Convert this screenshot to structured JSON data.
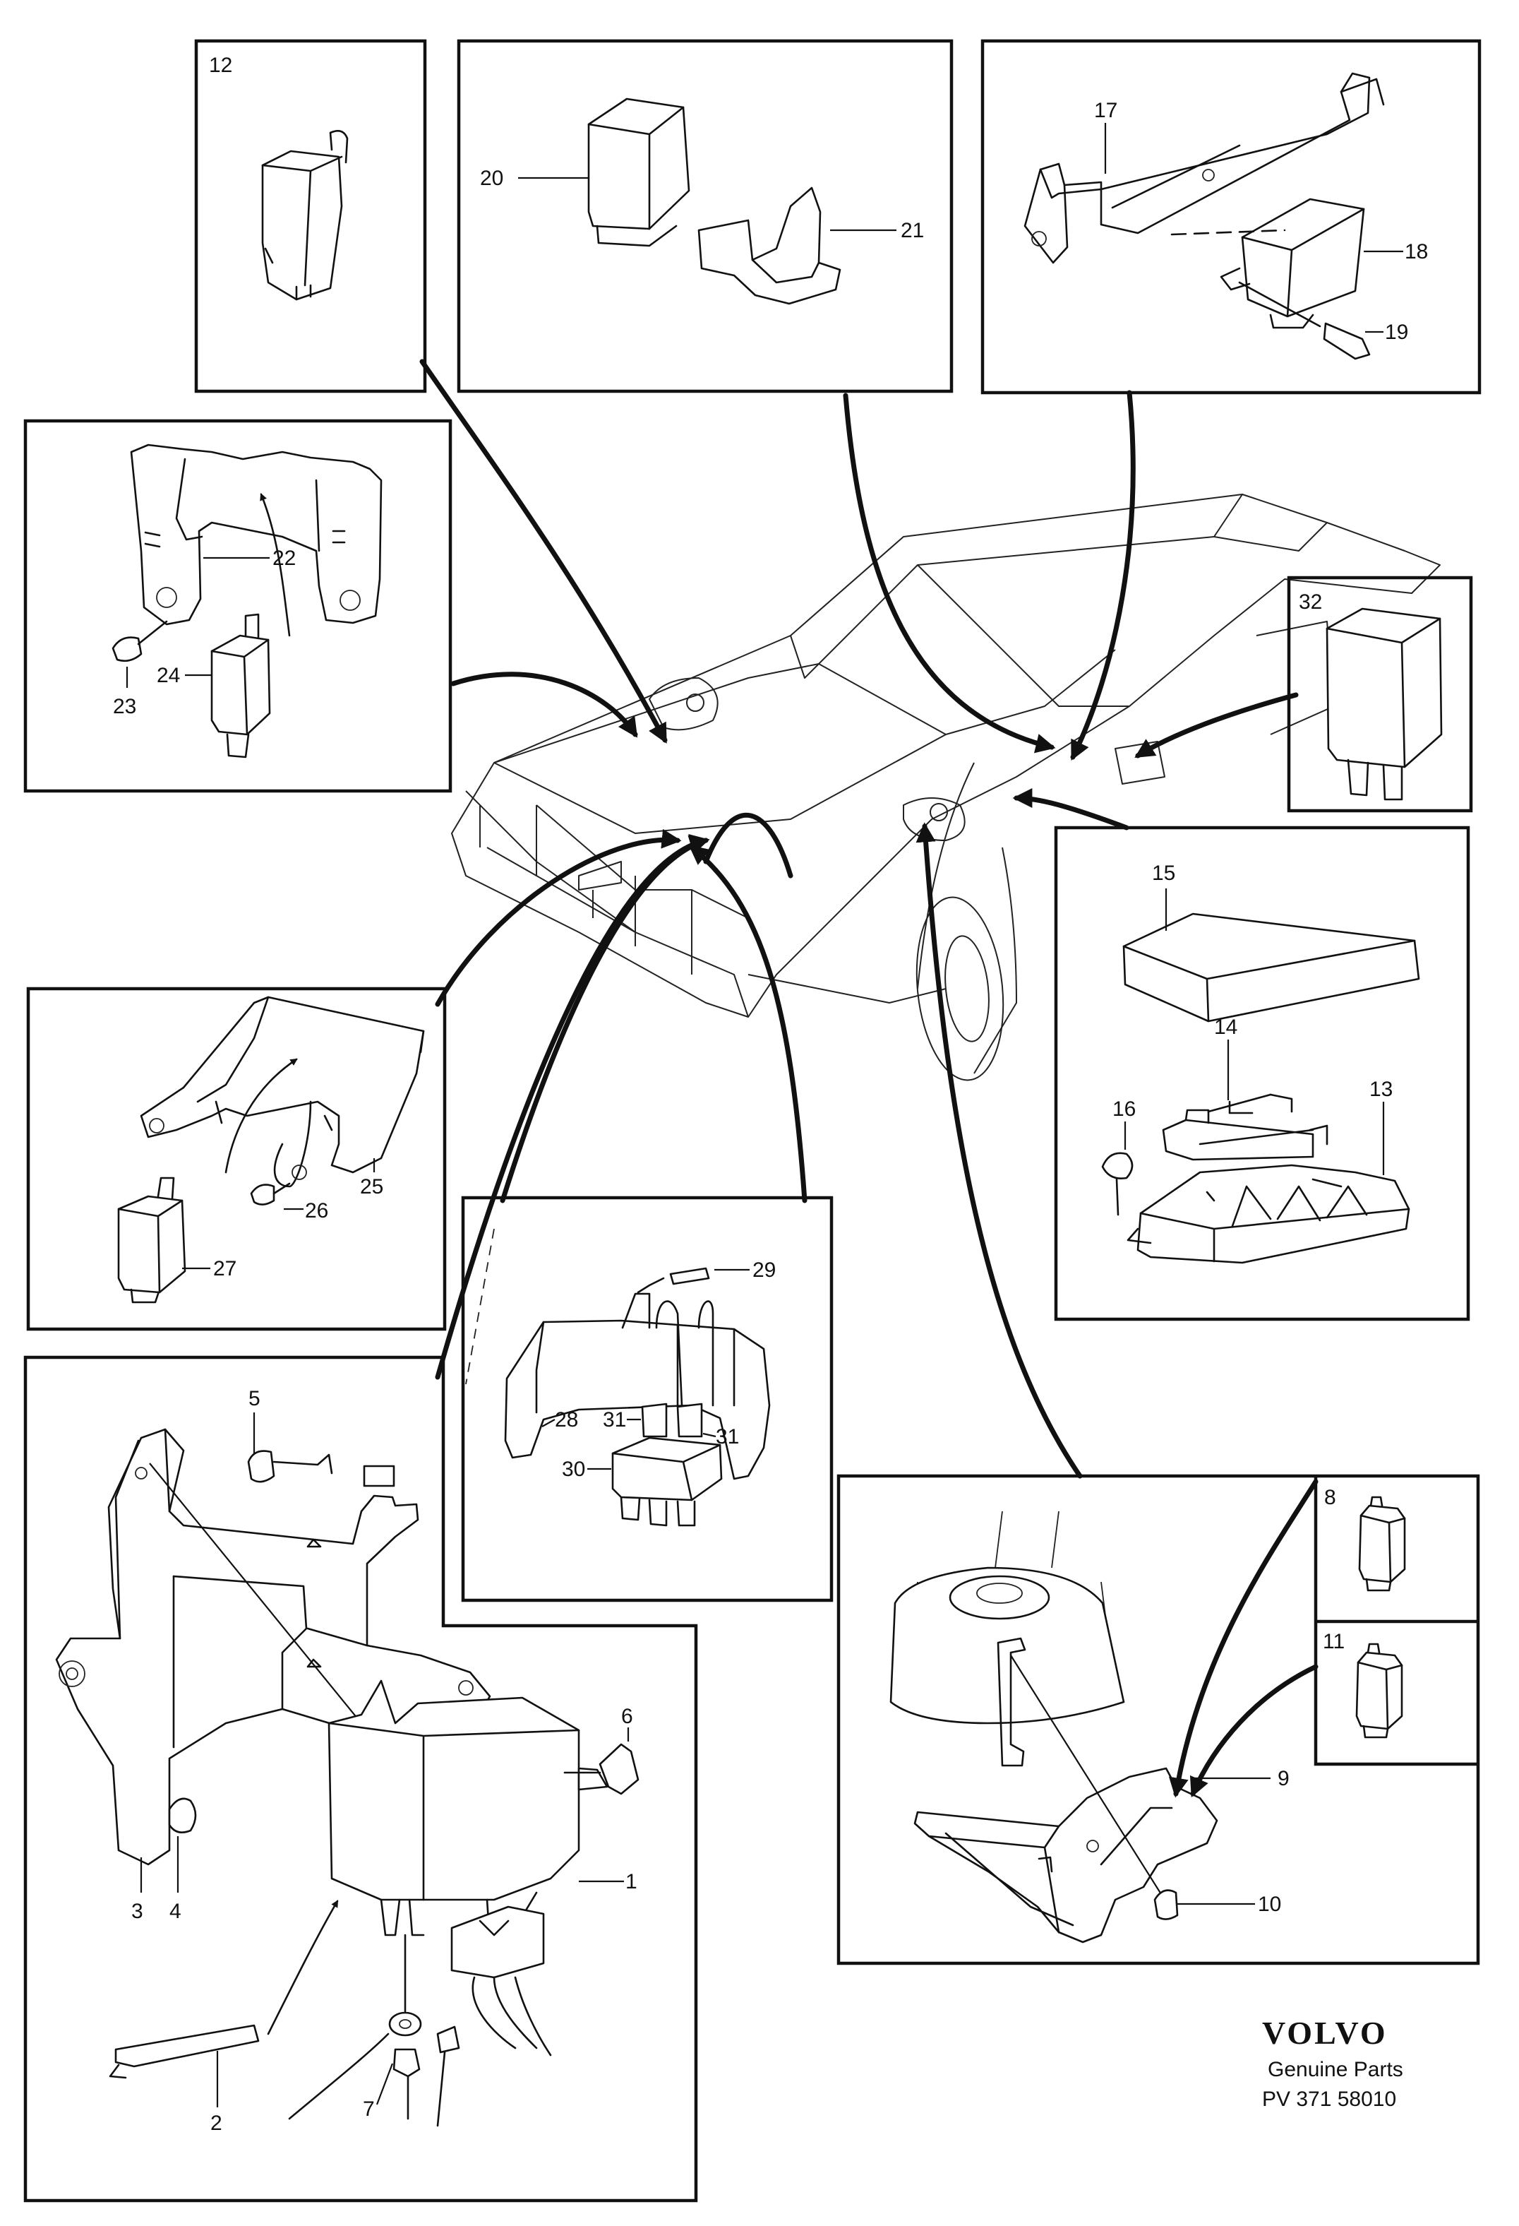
{
  "brand": {
    "logo": "VOLVO",
    "tagline": "Genuine Parts",
    "part_number": "PV 371 58010"
  },
  "callouts": {
    "c1": "1",
    "c2": "2",
    "c3": "3",
    "c4": "4",
    "c5": "5",
    "c6": "6",
    "c7": "7",
    "c8": "8",
    "c9": "9",
    "c10": "10",
    "c11": "11",
    "c12": "12",
    "c13": "13",
    "c14": "14",
    "c15": "15",
    "c16": "16",
    "c17": "17",
    "c18": "18",
    "c19": "19",
    "c20": "20",
    "c21": "21",
    "c22": "22",
    "c23": "23",
    "c24": "24",
    "c25": "25",
    "c26": "26",
    "c27": "27",
    "c28": "28",
    "c29": "29",
    "c30": "30",
    "c31a": "31",
    "c31b": "31",
    "c32": "32"
  }
}
